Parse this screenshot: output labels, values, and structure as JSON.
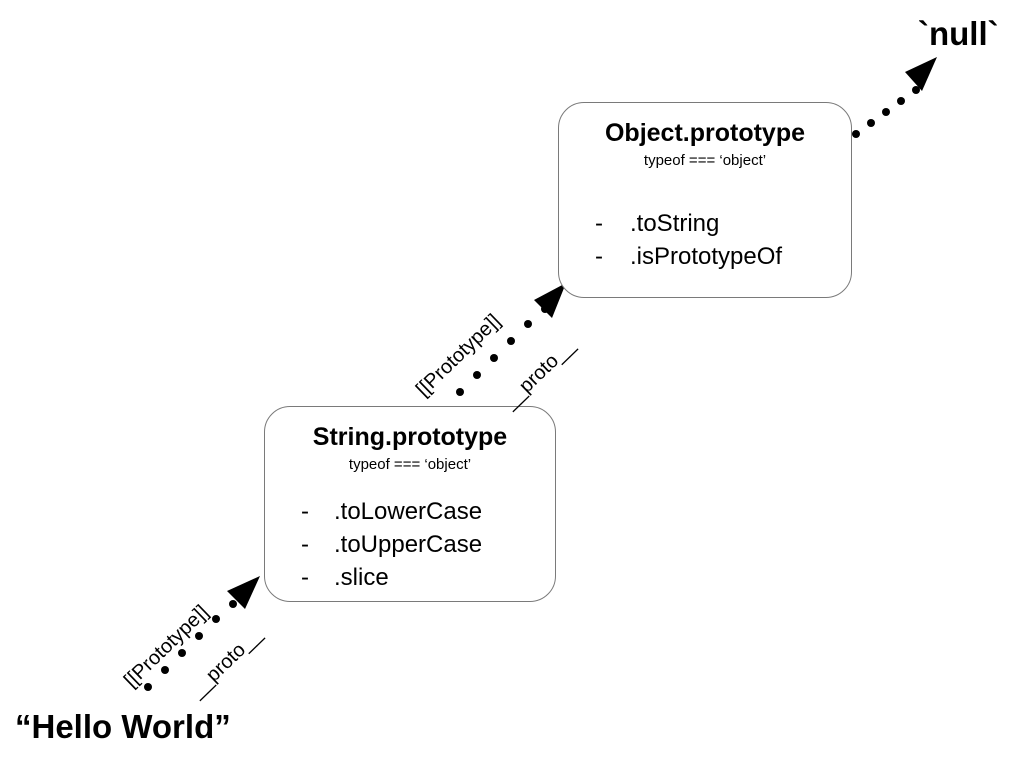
{
  "nodes": {
    "object_prototype": {
      "title": "Object.prototype",
      "subtitle": "typeof === ‘object’",
      "members": [
        ".toString",
        ".isPrototypeOf"
      ]
    },
    "string_prototype": {
      "title": "String.prototype",
      "subtitle": "typeof === ‘object’",
      "members": [
        ".toLowerCase",
        ".toUpperCase",
        ".slice"
      ]
    },
    "hello": "“Hello World”",
    "null": "`null`"
  },
  "links": {
    "lower": {
      "label_prototype": "[[Prototype]]",
      "label_proto": "__proto__"
    },
    "upper": {
      "label_prototype": "[[Prototype]]",
      "label_proto": "__proto__"
    }
  },
  "member_marker": "-"
}
